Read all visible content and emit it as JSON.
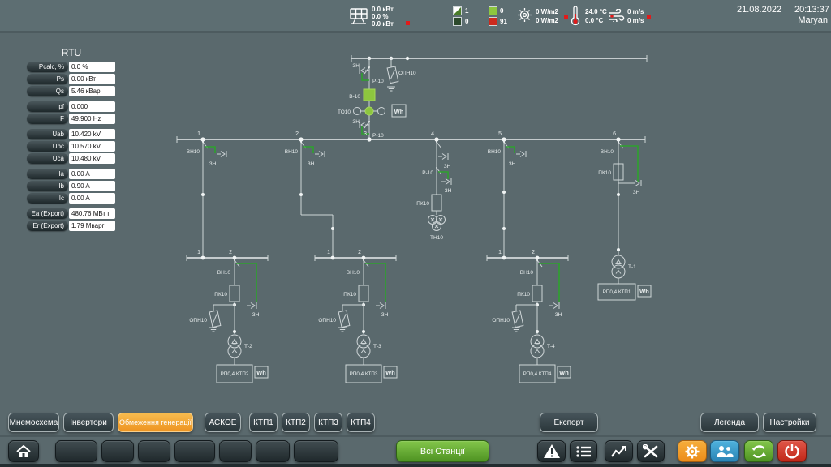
{
  "header": {
    "solar": {
      "power": "0.0 кВт",
      "percent": "0.0 %",
      "energy": "0.0 кВт"
    },
    "counters": {
      "c1": "1",
      "c2": "0",
      "c3": "0",
      "c4": "91"
    },
    "irradiance": {
      "v1": "0 W/m2",
      "v2": "0 W/m2"
    },
    "temperature": {
      "v1": "24.0 °C",
      "v2": "0.0 °C"
    },
    "wind": {
      "v1": "0 m/s",
      "v2": "0 m/s"
    },
    "date": "21.08.2022",
    "time": "20:13:37",
    "user": "Maryan"
  },
  "rtu": {
    "title": "RTU",
    "rows": [
      {
        "label": "Pcalc, %",
        "value": "0.0 %"
      },
      {
        "label": "Ps",
        "value": "0.00 кВт"
      },
      {
        "label": "Qs",
        "value": "5.46 кВар"
      },
      {
        "label": "pf",
        "value": "0.000"
      },
      {
        "label": "F",
        "value": "49.900 Hz"
      },
      {
        "label": "Uab",
        "value": "10.420 kV"
      },
      {
        "label": "Ubc",
        "value": "10.570 kV"
      },
      {
        "label": "Uca",
        "value": "10.480 kV"
      },
      {
        "label": "Ia",
        "value": "0.00 A"
      },
      {
        "label": "Ib",
        "value": "0.90 A"
      },
      {
        "label": "Ic",
        "value": "0.00 A"
      },
      {
        "label": "Ea (Export)",
        "value": "480.76 МВт г"
      },
      {
        "label": "Er (Export)",
        "value": "1.79 Мварг"
      }
    ]
  },
  "diagram": {
    "labels": {
      "zn": "ЗН",
      "r10": "Р-10",
      "opn10": "ОПН10",
      "v10": "В-10",
      "to10": "ТО10",
      "tn10": "ТН10",
      "vn10": "ВН10",
      "pk10": "ПК10",
      "wh": "Wh"
    },
    "bus_numbers": [
      "1",
      "2",
      "3",
      "4",
      "5",
      "6"
    ],
    "sub_bus_numbers": [
      "1",
      "2"
    ],
    "transformers": [
      "Т-1",
      "Т-2",
      "Т-3",
      "Т-4"
    ],
    "ktp_boxes": [
      "РП0,4 КТП1",
      "РП0,4 КТП2",
      "РП0,4 КТП3",
      "РП0,4 КТП4"
    ]
  },
  "nav": {
    "tabs": [
      "Мнемосхема",
      "Інвертори",
      "Обмеження генерації",
      "АСКОЕ",
      "КТП1",
      "КТП2",
      "КТП3",
      "КТП4"
    ],
    "export": "Експорт",
    "legend": "Легенда",
    "settings": "Настройки",
    "all_stations": "Всі Станції"
  },
  "colors": {
    "accent_orange": "#f0a232",
    "accent_green": "#62ab2a",
    "accent_blue": "#3e9fd0",
    "accent_red": "#d03a2c",
    "state_green": "#8dc63f",
    "alarm_red": "#e01b1b"
  }
}
